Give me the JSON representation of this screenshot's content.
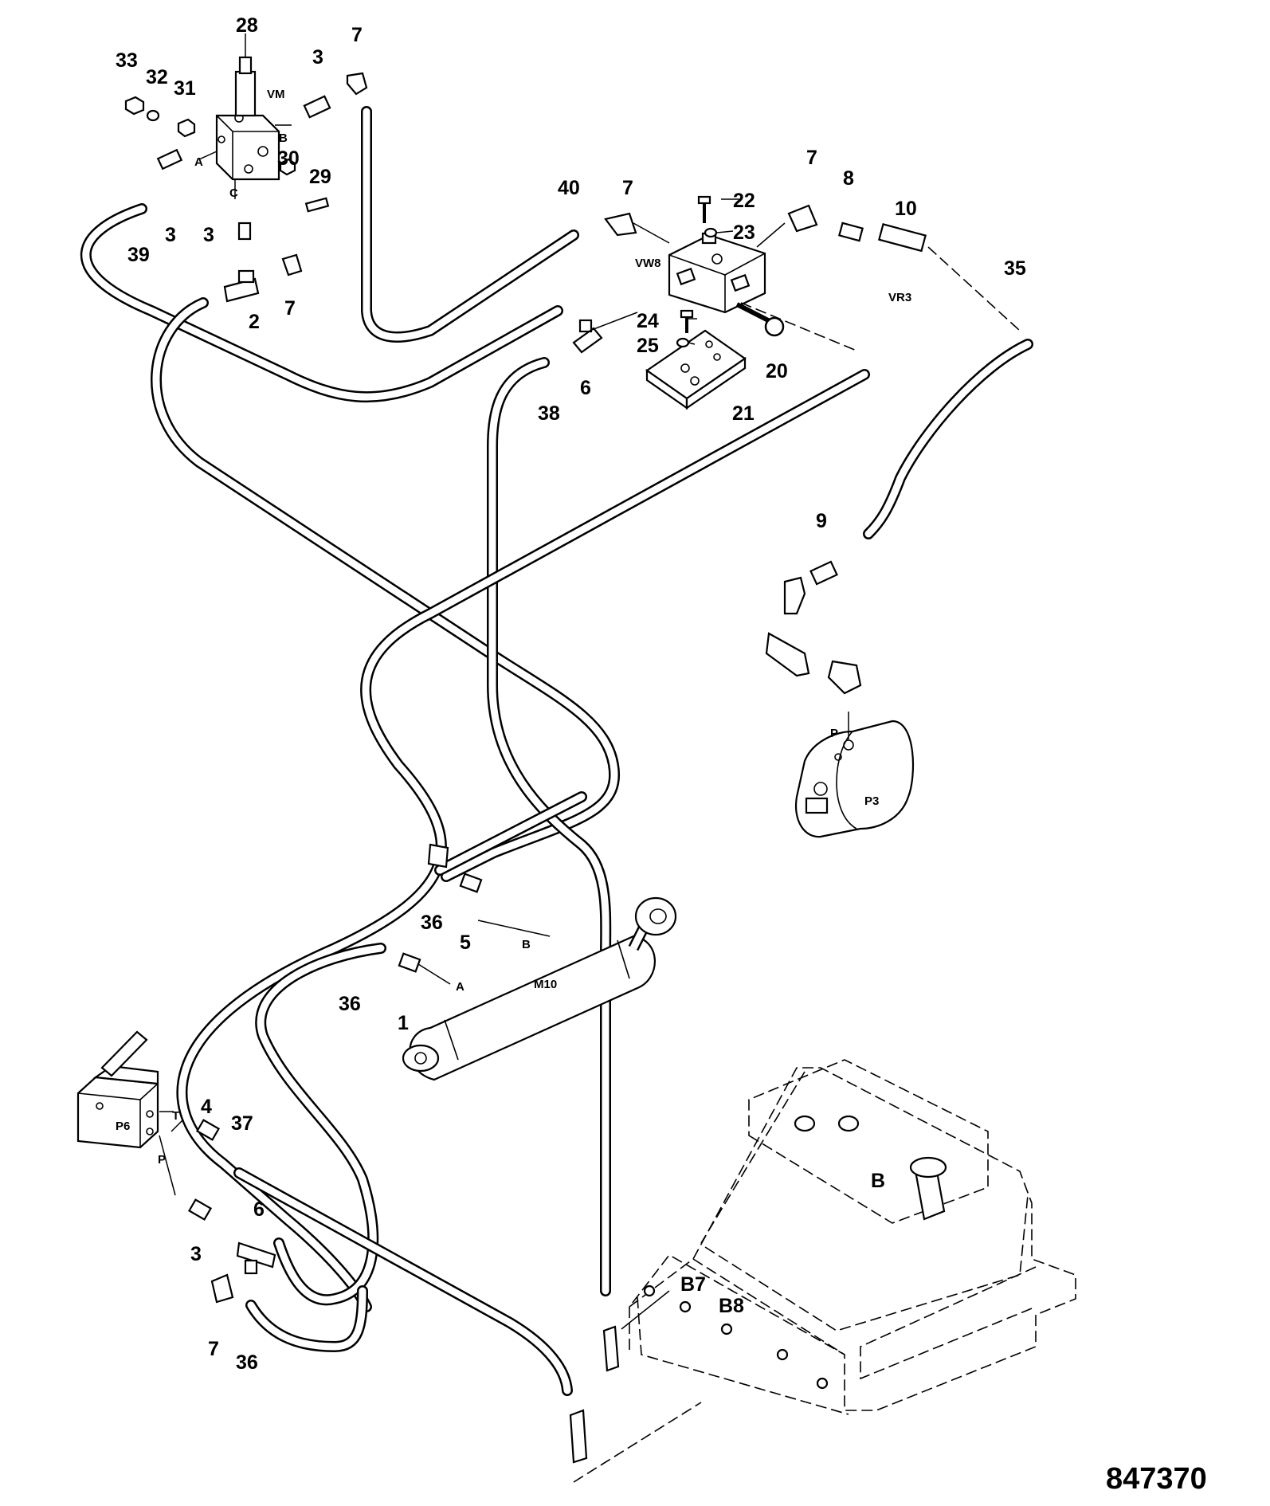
{
  "drawing_number": "847370",
  "item_numbers": {
    "n1": "1",
    "n2": "2",
    "n3a": "3",
    "n3b": "3",
    "n3c": "3",
    "n3d": "3",
    "n4": "4",
    "n5": "5",
    "n6a": "6",
    "n6b": "6",
    "n7a": "7",
    "n7b": "7",
    "n7c": "7",
    "n7d": "7",
    "n7e": "7",
    "n8": "8",
    "n9": "9",
    "n10": "10",
    "n20": "20",
    "n21": "21",
    "n22": "22",
    "n23": "23",
    "n24": "24",
    "n25": "25",
    "n28": "28",
    "n29": "29",
    "n30": "30",
    "n31": "31",
    "n32": "32",
    "n33": "33",
    "n35": "35",
    "n36a": "36",
    "n36b": "36",
    "n36c": "36",
    "n37": "37",
    "n38": "38",
    "n39": "39",
    "n40": "40"
  },
  "component_tags": {
    "vm": "VM",
    "vm_port_a": "A",
    "vm_port_b": "B",
    "vm_port_c": "C",
    "vw8": "VW8",
    "vr3": "VR3",
    "pump_port": "P",
    "pump": "P3",
    "cylinder": "M10",
    "cylinder_port_a": "A",
    "cylinder_port_b": "B",
    "control_valve": "P6",
    "cv_port_t": "T",
    "cv_port_p": "P",
    "tank_b": "B",
    "tank_b7": "B7",
    "tank_b8": "B8"
  }
}
